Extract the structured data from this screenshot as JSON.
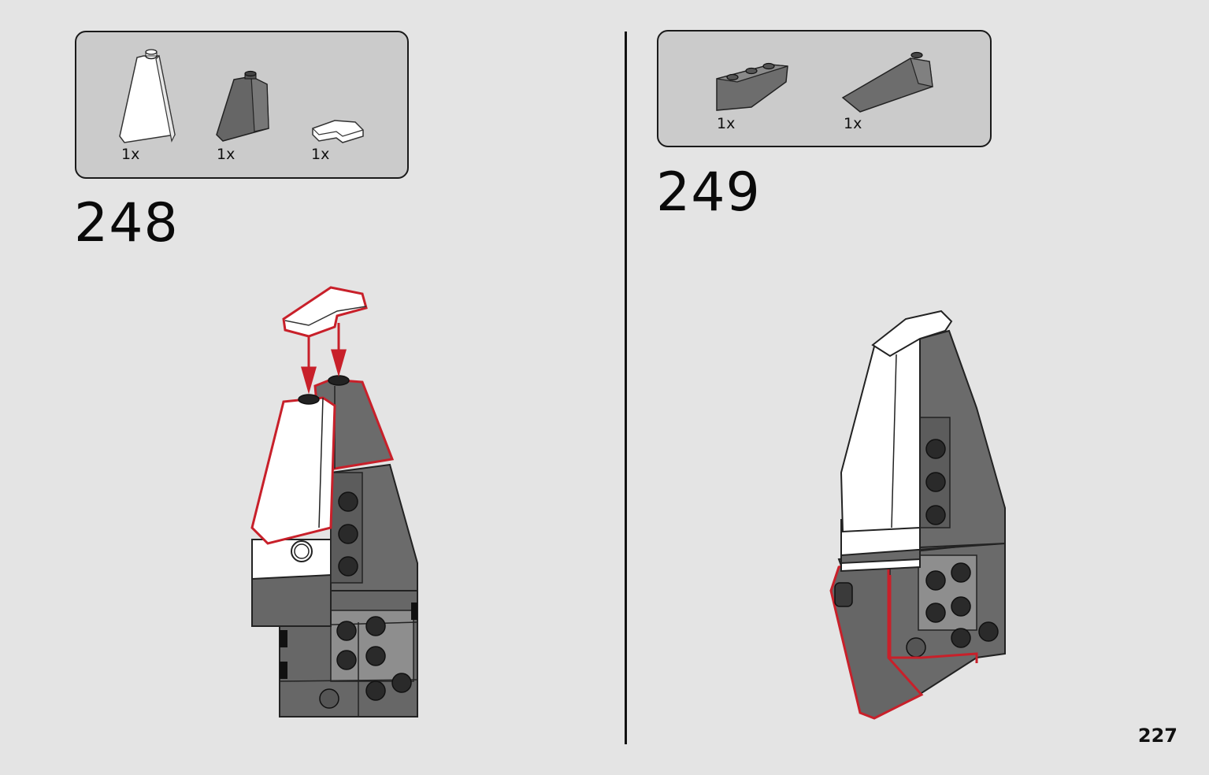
{
  "steps": [
    {
      "number": "248",
      "parts": [
        {
          "icon": "white-slope-brick-icon",
          "qty": "1x"
        },
        {
          "icon": "dark-gray-slope-brick-icon",
          "qty": "1x"
        },
        {
          "icon": "white-curved-tile-icon",
          "qty": "1x"
        }
      ]
    },
    {
      "number": "249",
      "parts": [
        {
          "icon": "gray-inverted-slope-plate-icon",
          "qty": "1x"
        },
        {
          "icon": "gray-long-slope-icon",
          "qty": "1x"
        }
      ]
    }
  ],
  "page_number": "227",
  "colors": {
    "background": "#e4e4e4",
    "parts_box": "#cbcbcb",
    "highlight": "#c8202a",
    "dark_gray": "#6b6b6b",
    "white_brick": "#ffffff"
  }
}
